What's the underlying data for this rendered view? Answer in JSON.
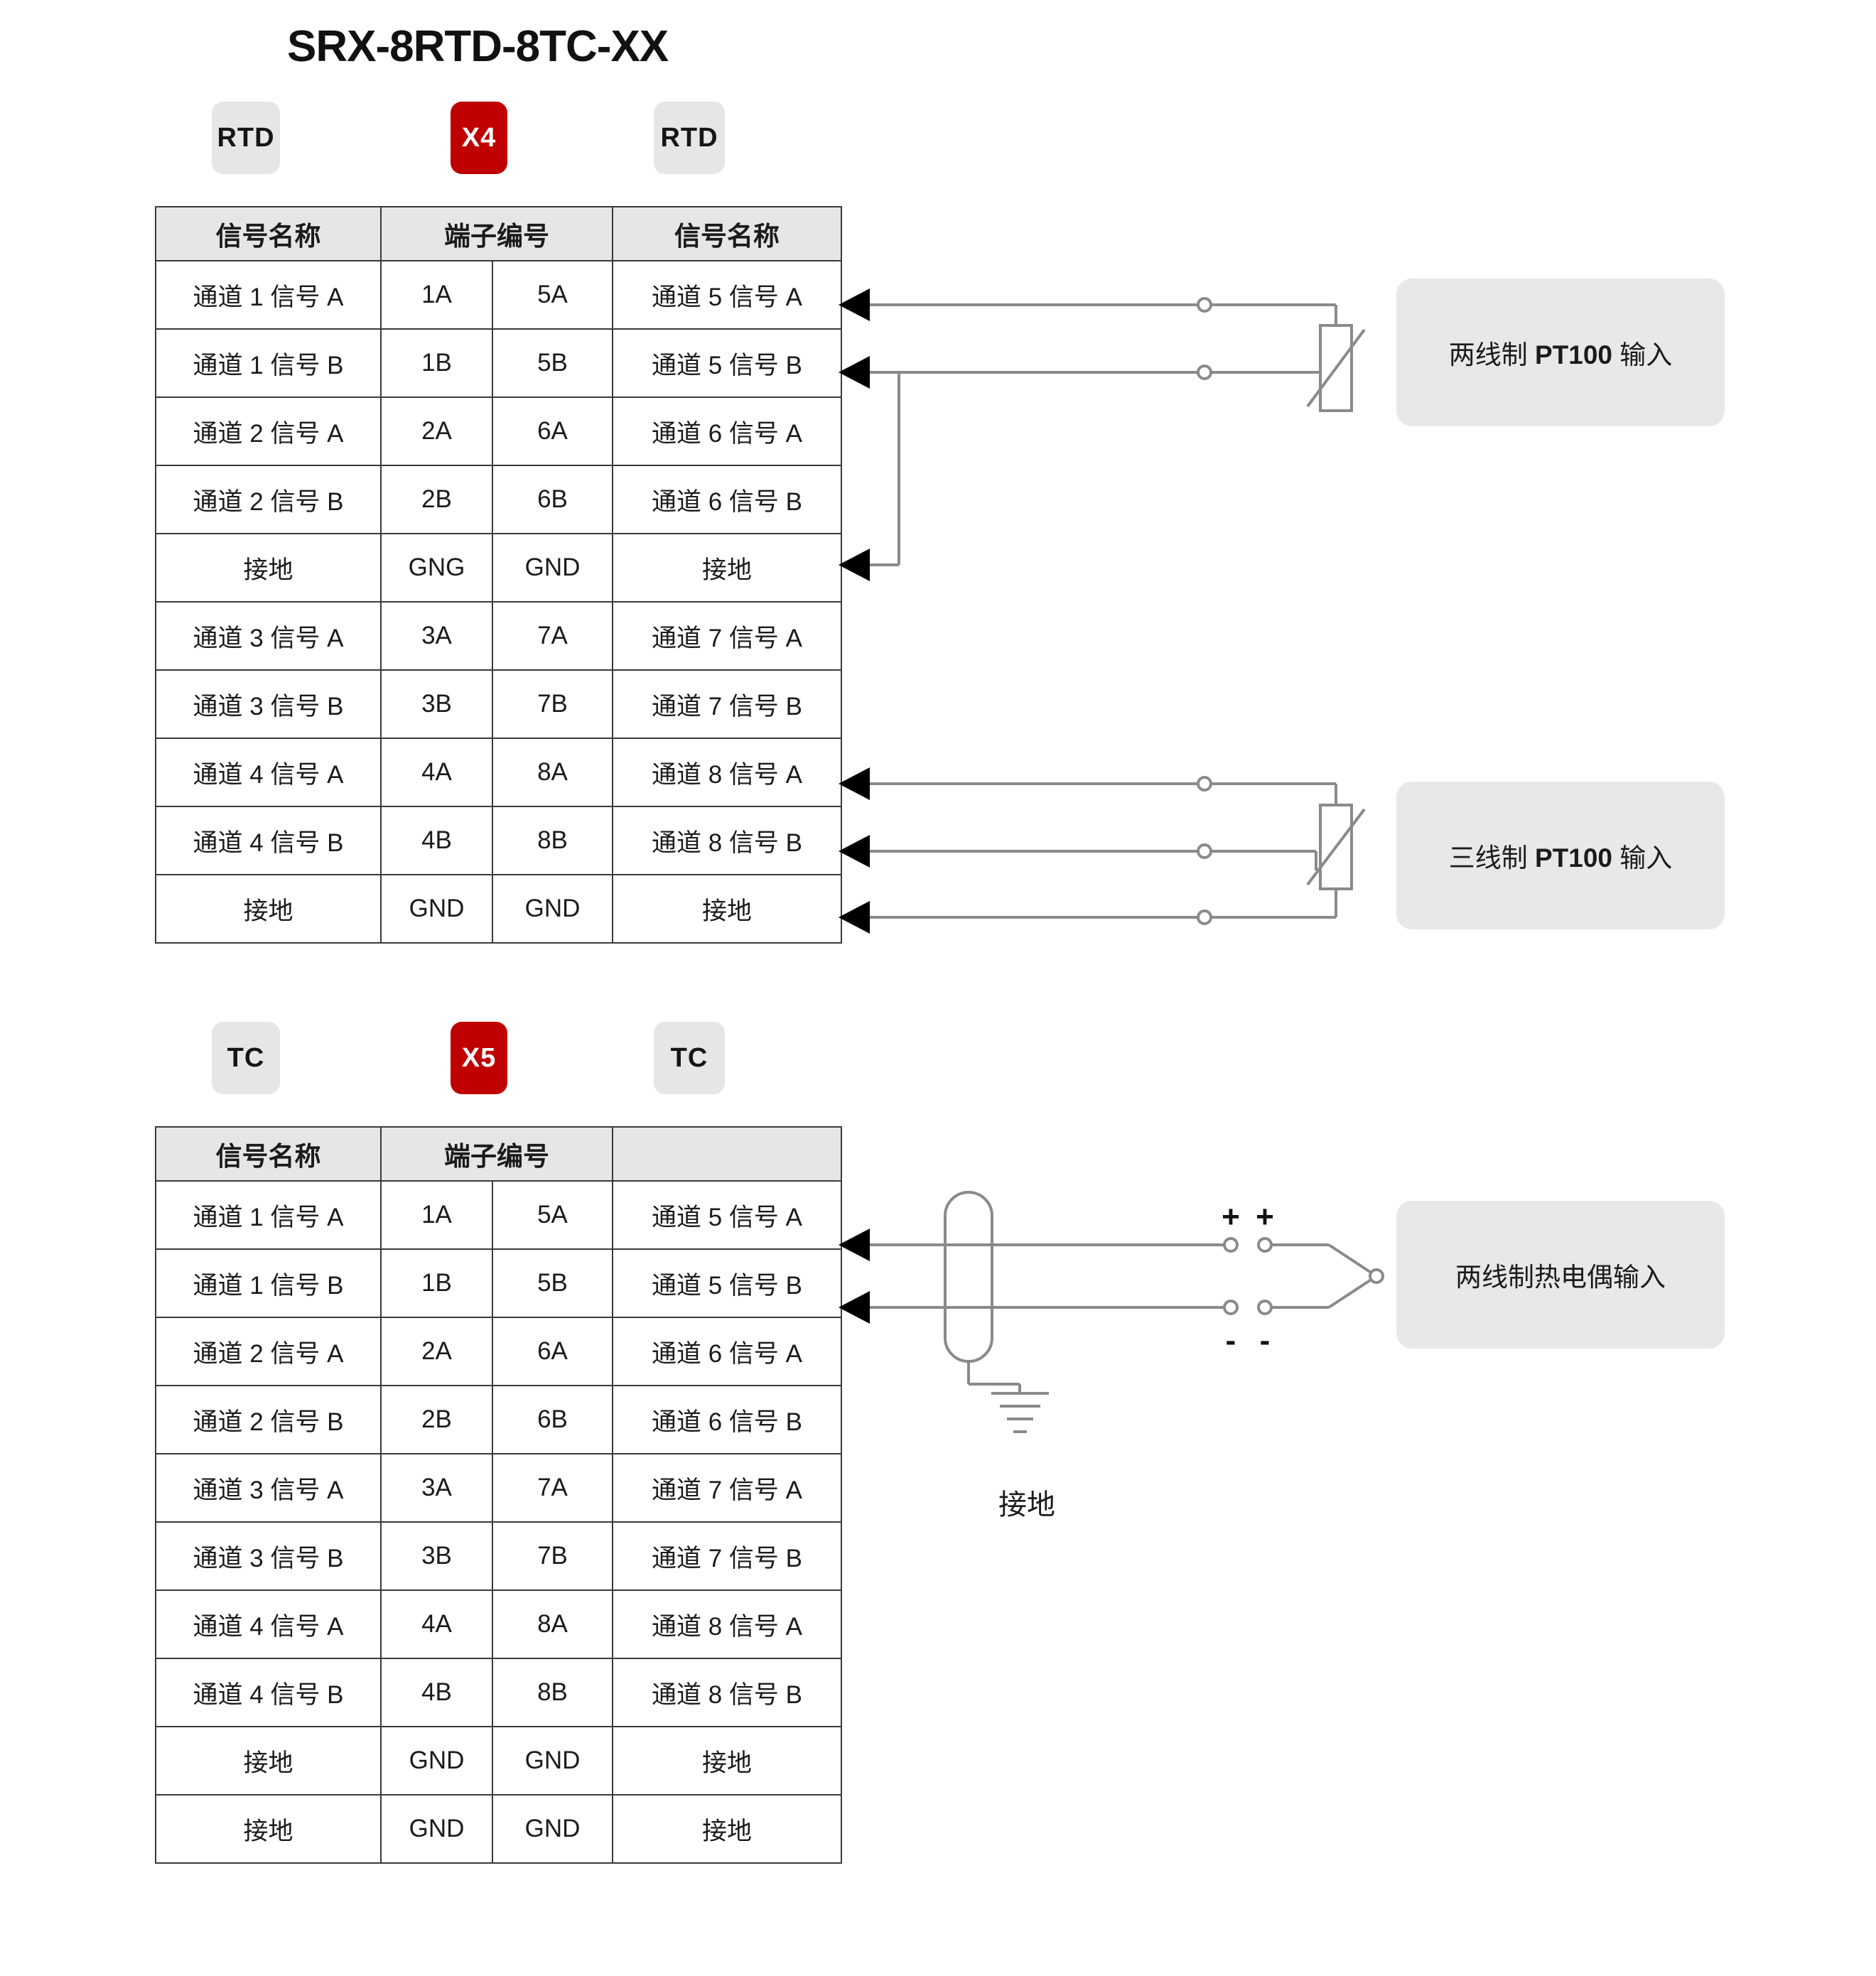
{
  "title": "SRX-8RTD-8TC-XX",
  "colors": {
    "accent_red": "#C00000",
    "badge_gray": "#E6E6E6",
    "callout_gray": "#E8E8E8",
    "border": "#3a3a3a"
  },
  "section_rtd": {
    "badges": [
      {
        "label": "RTD",
        "style": "gray"
      },
      {
        "label": "X4",
        "style": "red"
      },
      {
        "label": "RTD",
        "style": "gray"
      }
    ],
    "table": {
      "headers": [
        "信号名称",
        "端子编号",
        "信号名称"
      ],
      "rows": [
        [
          "通道 1 信号 A",
          "1A",
          "5A",
          "通道 5 信号 A"
        ],
        [
          "通道 1 信号 B",
          "1B",
          "5B",
          "通道 5 信号 B"
        ],
        [
          "通道 2 信号 A",
          "2A",
          "6A",
          "通道 6 信号 A"
        ],
        [
          "通道 2 信号 B",
          "2B",
          "6B",
          "通道 6 信号 B"
        ],
        [
          "接地",
          "GNG",
          "GND",
          "接地"
        ],
        [
          "通道 3 信号 A",
          "3A",
          "7A",
          "通道 7 信号 A"
        ],
        [
          "通道 3 信号 B",
          "3B",
          "7B",
          "通道 7 信号 B"
        ],
        [
          "通道 4 信号 A",
          "4A",
          "8A",
          "通道 8 信号 A"
        ],
        [
          "通道 4 信号 B",
          "4B",
          "8B",
          "通道 8 信号 B"
        ],
        [
          "接地",
          "GND",
          "GND",
          "接地"
        ]
      ]
    },
    "callouts": [
      {
        "prefix": "两线制 ",
        "bold": "PT100",
        "suffix": " 输入"
      },
      {
        "prefix": "三线制 ",
        "bold": "PT100",
        "suffix": " 输入"
      }
    ]
  },
  "section_tc": {
    "badges": [
      {
        "label": "TC",
        "style": "gray"
      },
      {
        "label": "X5",
        "style": "red"
      },
      {
        "label": "TC",
        "style": "gray"
      }
    ],
    "table": {
      "headers": [
        "信号名称",
        "端子编号",
        ""
      ],
      "rows": [
        [
          "通道 1 信号 A",
          "1A",
          "5A",
          "通道 5 信号 A"
        ],
        [
          "通道 1 信号 B",
          "1B",
          "5B",
          "通道 5 信号 B"
        ],
        [
          "通道 2 信号 A",
          "2A",
          "6A",
          "通道 6 信号 A"
        ],
        [
          "通道 2 信号 B",
          "2B",
          "6B",
          "通道 6 信号 B"
        ],
        [
          "通道 3 信号 A",
          "3A",
          "7A",
          "通道 7 信号 A"
        ],
        [
          "通道 3 信号 B",
          "3B",
          "7B",
          "通道 7 信号 B"
        ],
        [
          "通道 4 信号 A",
          "4A",
          "8A",
          "通道 8 信号 A"
        ],
        [
          "通道 4 信号 B",
          "4B",
          "8B",
          "通道 8 信号 B"
        ],
        [
          "接地",
          "GND",
          "GND",
          "接地"
        ],
        [
          "接地",
          "GND",
          "GND",
          "接地"
        ]
      ]
    },
    "callout": {
      "text": "两线制热电偶输入"
    },
    "ground_label": "接地",
    "polarity": {
      "plus": "+",
      "minus": "-"
    }
  }
}
